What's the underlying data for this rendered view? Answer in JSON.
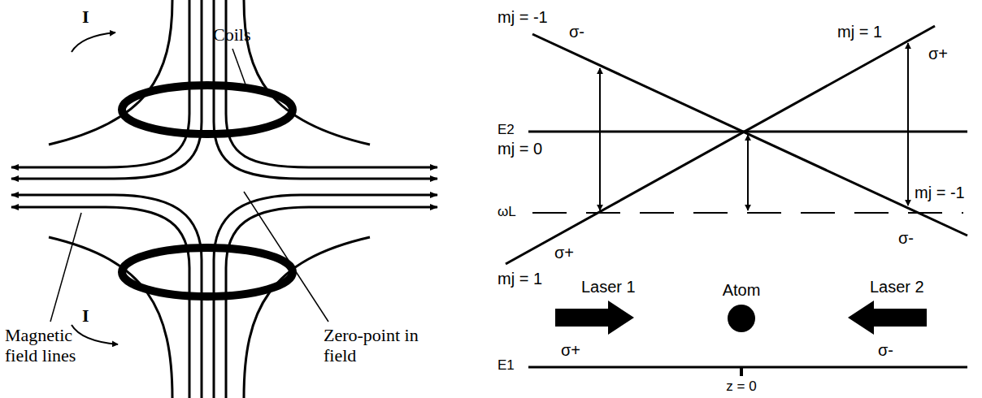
{
  "diagram": {
    "labels": [
      "I",
      "Coils",
      "I",
      "Magnetic field lines",
      "Zero-point in field",
      "mj = -1",
      "σ-",
      "mj = 1",
      "σ+",
      "E2",
      "mj = 0",
      "mj = -1",
      "ωL",
      "σ+",
      "mj = 1",
      "σ-",
      "Laser 1",
      "Laser 2",
      "Atom",
      "σ+",
      "σ-",
      "E1",
      "z = 0"
    ]
  }
}
